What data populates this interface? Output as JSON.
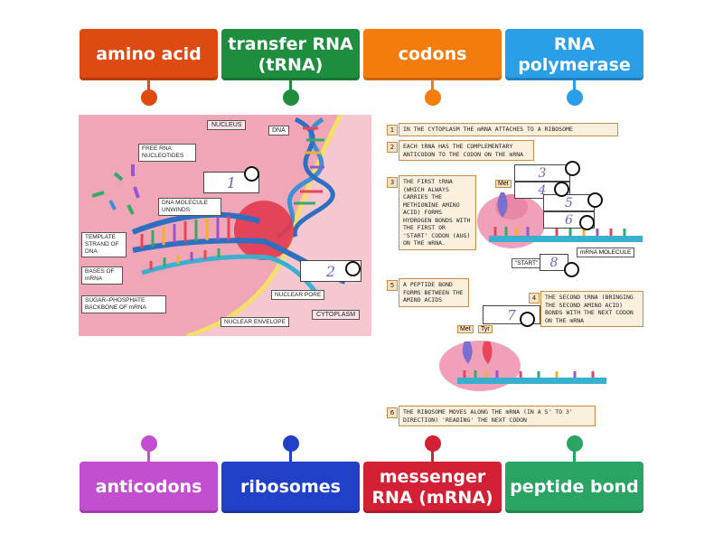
{
  "top_tiles": [
    {
      "label": "amino acid",
      "color": "#de4a12"
    },
    {
      "label": "transfer RNA (tRNA)",
      "color": "#1e8e3e"
    },
    {
      "label": "codons",
      "color": "#f47c0c"
    },
    {
      "label": "RNA polymerase",
      "color": "#2a9ee6"
    }
  ],
  "bottom_tiles": [
    {
      "label": "anticodons",
      "color": "#c24fd0"
    },
    {
      "label": "ribosomes",
      "color": "#2040c8"
    },
    {
      "label": "messenger RNA (mRNA)",
      "color": "#d42035"
    },
    {
      "label": "peptide bond",
      "color": "#29a463"
    }
  ],
  "left_diagram": {
    "labels": {
      "nucleus": "NUCLEUS",
      "dna": "DNA",
      "free_rna": "FREE RNA NUCLEOTIDES",
      "dna_unwinds": "DNA MOLECULE UNWINDS",
      "template": "TEMPLATE STRAND OF DNA",
      "bases": "BASES OF mRNA",
      "backbone": "SUGAR–PHOSPHATE BACKBONE OF mRNA",
      "nuclear_pore": "NUCLEAR PORE",
      "nuclear_envelope": "NUCLEAR ENVELOPE",
      "cytoplasm": "CYTOPLASM"
    },
    "blanks": [
      "1",
      "2"
    ]
  },
  "right_diagram": {
    "steps": [
      {
        "num": "1",
        "text": "IN THE CYTOPLASM THE mRNA ATTACHES TO A RIBOSOME"
      },
      {
        "num": "2",
        "text": "EACH tRNA HAS THE COMPLEMENTARY ANTICODON TO THE CODON ON THE mRNA"
      },
      {
        "num": "3",
        "text": "THE FIRST tRNA (WHICH ALWAYS CARRIES THE METHIONINE AMINO ACID) FORMS HYDROGEN BONDS WITH THE FIRST OR 'START' CODON (AUG) ON THE mRNA."
      },
      {
        "num": "4",
        "text": "THE SECOND tRNA (BRINGING THE SECOND AMINO ACID) BONDS WITH THE NEXT CODON ON THE mRNA"
      },
      {
        "num": "5",
        "text": "A PEPTIDE BOND FORMS BETWEEN THE AMINO ACIDS"
      },
      {
        "num": "6",
        "text": "THE RIBOSOME MOVES ALONG THE mRNA (IN A 5' TO 3' DIRECTION) 'READING' THE NEXT CODON"
      }
    ],
    "labels": {
      "met": "Met",
      "tyr": "Tyr",
      "start": "\"START\"",
      "mrna_molecule": "mRNA MOLECULE"
    },
    "blanks": [
      "3",
      "4",
      "5",
      "6",
      "8",
      "7"
    ]
  }
}
